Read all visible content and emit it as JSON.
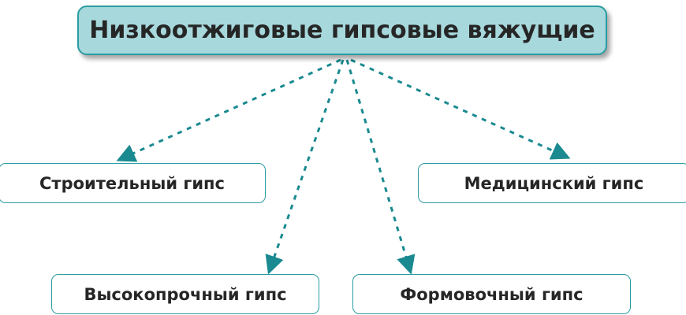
{
  "root": {
    "label": "Низкоотжиговые гипсовые вяжущие"
  },
  "children": [
    {
      "label": "Строительный гипс"
    },
    {
      "label": "Медицинский гипс"
    },
    {
      "label": "Высокопрочный гипс"
    },
    {
      "label": "Формовочный гипс"
    }
  ],
  "colors": {
    "accent": "#2a9ca2",
    "root_fill": "#a7d8dc",
    "arrow": "#1a8a90"
  }
}
